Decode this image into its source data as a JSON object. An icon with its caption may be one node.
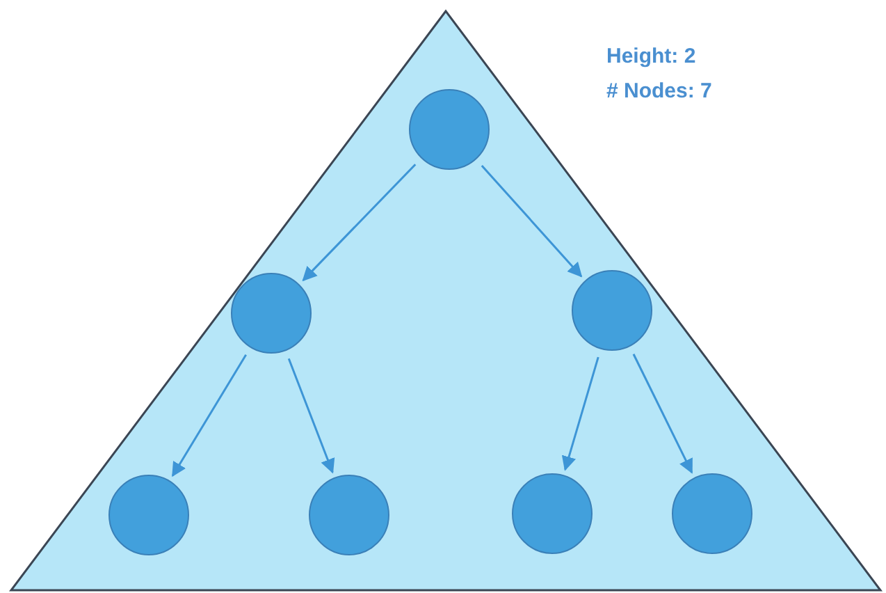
{
  "diagram": {
    "nodes": [
      {
        "text": [],
        "shape": "triangle"
      },
      {
        "text": [],
        "shape": "circle",
        "in": 0
      },
      {
        "text": [],
        "shape": "circle",
        "in": 0
      },
      {
        "text": [],
        "shape": "circle",
        "in": 0
      },
      {
        "text": [],
        "shape": "circle",
        "in": 0
      },
      {
        "text": [],
        "shape": "circle",
        "in": 0
      },
      {
        "text": [],
        "shape": "circle",
        "in": 0
      },
      {
        "text": [],
        "shape": "circle",
        "in": 0
      }
    ],
    "edges": [
      {
        "from": 1,
        "to": 2,
        "arrow": "to"
      },
      {
        "from": 1,
        "to": 3,
        "arrow": "to"
      },
      {
        "from": 2,
        "to": 4,
        "arrow": "to"
      },
      {
        "from": 2,
        "to": 5,
        "arrow": "to"
      },
      {
        "from": 3,
        "to": 6,
        "arrow": "to"
      },
      {
        "from": 3,
        "to": 7,
        "arrow": "to"
      }
    ],
    "labels": [
      "Height: 2",
      "# Nodes: 7"
    ]
  }
}
